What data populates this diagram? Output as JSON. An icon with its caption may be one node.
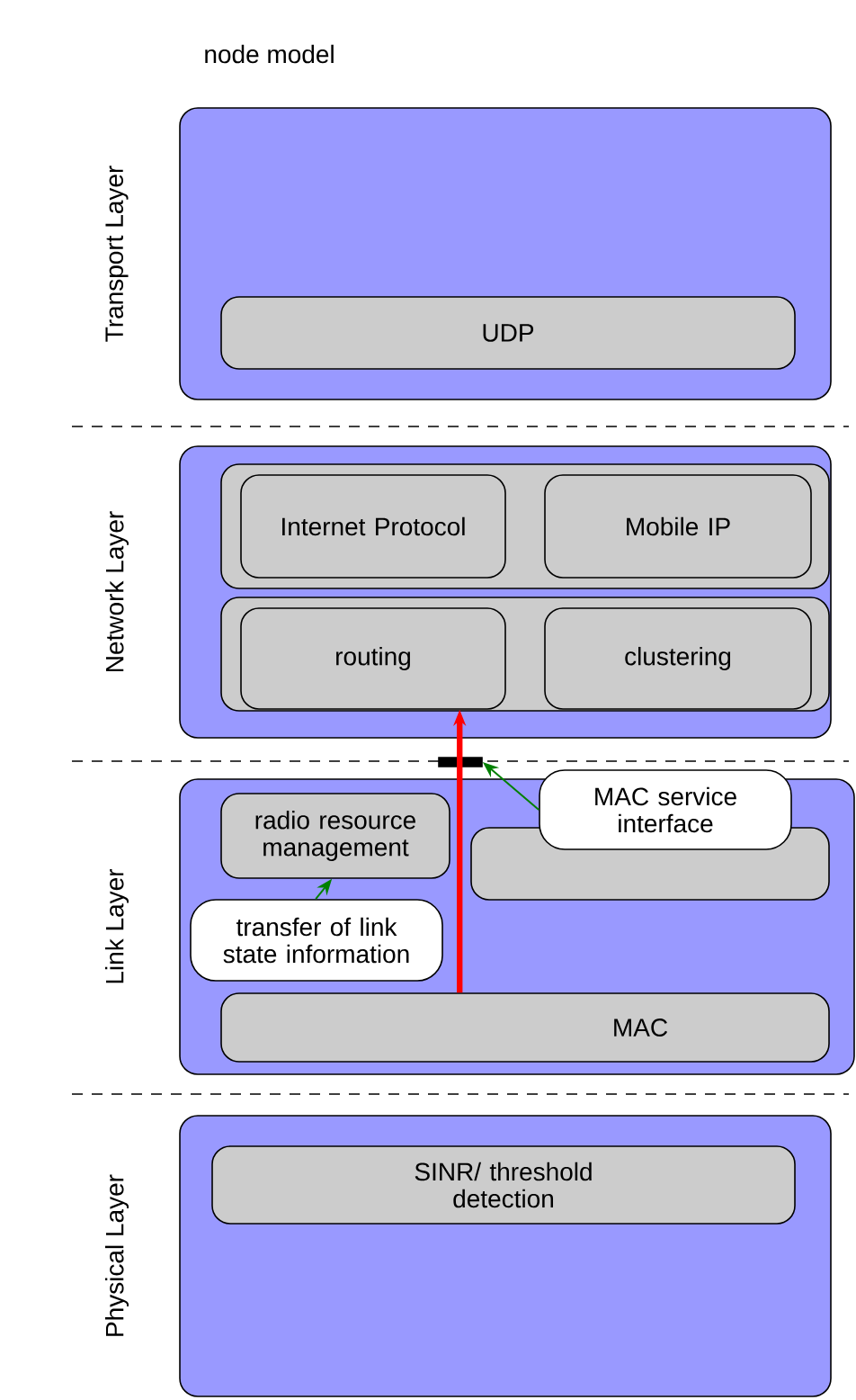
{
  "diagram": {
    "title": "node model",
    "nodes": [
      {
        "text": [
          "Transport Layer"
        ]
      },
      {
        "text": [
          "UDP"
        ],
        "in": 0
      },
      {
        "text": [
          "Network Layer"
        ]
      },
      {
        "text": [],
        "shape": "box",
        "in": 2
      },
      {
        "text": [
          "Internet Protocol"
        ],
        "in": 3
      },
      {
        "text": [
          "Mobile IP"
        ],
        "in": 3
      },
      {
        "text": [],
        "shape": "box",
        "in": 2
      },
      {
        "text": [
          "routing"
        ],
        "in": 6
      },
      {
        "text": [
          "clustering"
        ],
        "in": 6
      },
      {
        "text": [
          "Link Layer"
        ]
      },
      {
        "text": [
          "radio resource management"
        ],
        "in": 9
      },
      {
        "text": [],
        "shape": "box",
        "in": 9
      },
      {
        "text": [
          "MAC"
        ],
        "in": 9
      },
      {
        "text": [
          "Physical Layer"
        ]
      },
      {
        "text": [
          "SINR/ threshold detection"
        ],
        "in": 13
      },
      {
        "text": [
          "MAC service interface"
        ]
      },
      {
        "text": [
          "transfer of link state information"
        ],
        "in": 9
      },
      {
        "text": [],
        "shape": "bar"
      }
    ],
    "edges": [
      {
        "from": 12,
        "to": 7,
        "arrow": "to",
        "style": "thick",
        "color": "#ff0000"
      },
      {
        "from": 15,
        "to": 17,
        "arrow": "to",
        "color": "#008000"
      },
      {
        "from": 16,
        "to": 10,
        "arrow": "to",
        "color": "#008000"
      }
    ]
  }
}
